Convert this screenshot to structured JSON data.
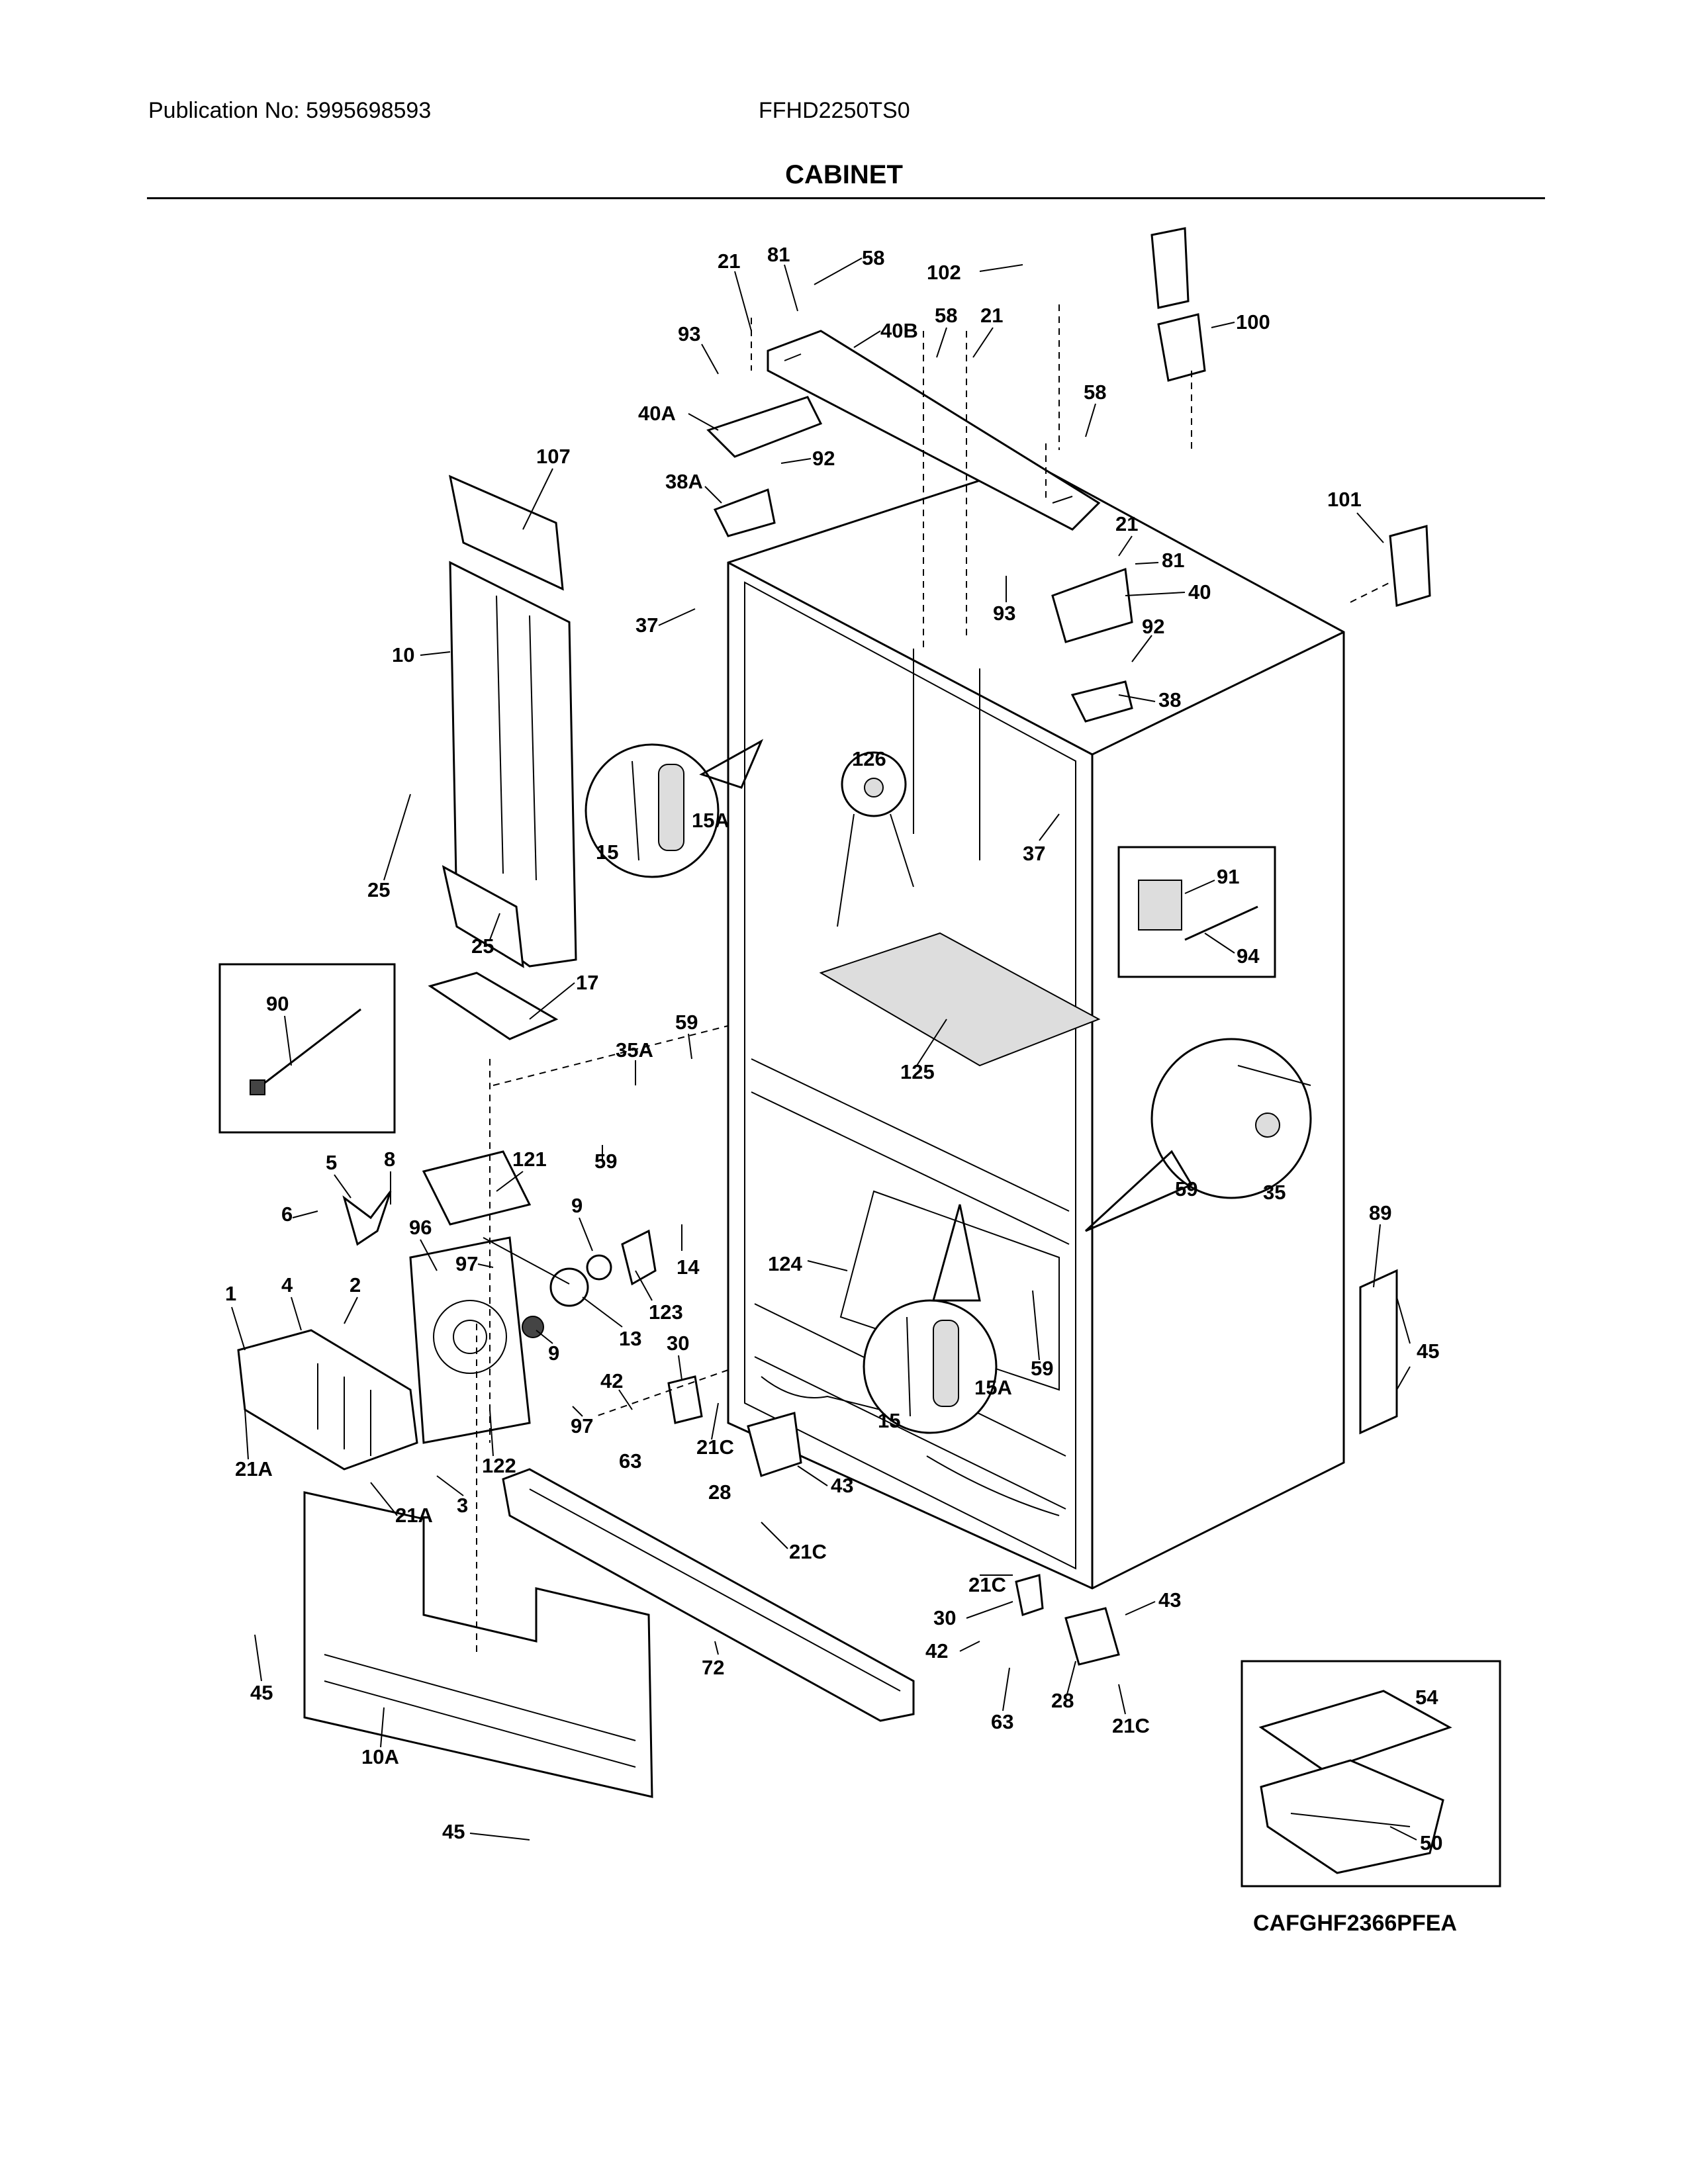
{
  "header": {
    "publication": "Publication No: 5995698593",
    "model": "FFHD2250TS0",
    "section_title": "CABINET"
  },
  "diagram_code": "CAFGHF2366PFEA",
  "callouts": [
    {
      "id": "21a",
      "text": "21"
    },
    {
      "id": "81a",
      "text": "81"
    },
    {
      "id": "58a",
      "text": "58"
    },
    {
      "id": "102",
      "text": "102"
    },
    {
      "id": "93a",
      "text": "93"
    },
    {
      "id": "40B",
      "text": "40B"
    },
    {
      "id": "58b",
      "text": "58"
    },
    {
      "id": "21b",
      "text": "21"
    },
    {
      "id": "100",
      "text": "100"
    },
    {
      "id": "40A",
      "text": "40A"
    },
    {
      "id": "58c",
      "text": "58"
    },
    {
      "id": "92a",
      "text": "92"
    },
    {
      "id": "107",
      "text": "107"
    },
    {
      "id": "38A",
      "text": "38A"
    },
    {
      "id": "101",
      "text": "101"
    },
    {
      "id": "21c",
      "text": "21"
    },
    {
      "id": "81b",
      "text": "81"
    },
    {
      "id": "10",
      "text": "10"
    },
    {
      "id": "37a",
      "text": "37"
    },
    {
      "id": "93b",
      "text": "93"
    },
    {
      "id": "40",
      "text": "40"
    },
    {
      "id": "92b",
      "text": "92"
    },
    {
      "id": "38",
      "text": "38"
    },
    {
      "id": "126",
      "text": "126"
    },
    {
      "id": "15a",
      "text": "15"
    },
    {
      "id": "15A1",
      "text": "15A"
    },
    {
      "id": "37b",
      "text": "37"
    },
    {
      "id": "91",
      "text": "91"
    },
    {
      "id": "25a",
      "text": "25"
    },
    {
      "id": "94",
      "text": "94"
    },
    {
      "id": "25b",
      "text": "25"
    },
    {
      "id": "17",
      "text": "17"
    },
    {
      "id": "90",
      "text": "90"
    },
    {
      "id": "59a",
      "text": "59"
    },
    {
      "id": "35A",
      "text": "35A"
    },
    {
      "id": "125",
      "text": "125"
    },
    {
      "id": "59b",
      "text": "59"
    },
    {
      "id": "5",
      "text": "5"
    },
    {
      "id": "8",
      "text": "8"
    },
    {
      "id": "121",
      "text": "121"
    },
    {
      "id": "59c",
      "text": "59"
    },
    {
      "id": "35",
      "text": "35"
    },
    {
      "id": "6",
      "text": "6"
    },
    {
      "id": "9a",
      "text": "9"
    },
    {
      "id": "96",
      "text": "96"
    },
    {
      "id": "89",
      "text": "89"
    },
    {
      "id": "97a",
      "text": "97"
    },
    {
      "id": "14",
      "text": "14"
    },
    {
      "id": "124",
      "text": "124"
    },
    {
      "id": "1",
      "text": "1"
    },
    {
      "id": "4",
      "text": "4"
    },
    {
      "id": "2",
      "text": "2"
    },
    {
      "id": "123",
      "text": "123"
    },
    {
      "id": "13",
      "text": "13"
    },
    {
      "id": "9b",
      "text": "9"
    },
    {
      "id": "30a",
      "text": "30"
    },
    {
      "id": "45a",
      "text": "45"
    },
    {
      "id": "59d",
      "text": "59"
    },
    {
      "id": "42a",
      "text": "42"
    },
    {
      "id": "97b",
      "text": "97"
    },
    {
      "id": "15b",
      "text": "15"
    },
    {
      "id": "15A2",
      "text": "15A"
    },
    {
      "id": "21Ca",
      "text": "21C"
    },
    {
      "id": "63a",
      "text": "63"
    },
    {
      "id": "122",
      "text": "122"
    },
    {
      "id": "21Aa",
      "text": "21A"
    },
    {
      "id": "28a",
      "text": "28"
    },
    {
      "id": "43a",
      "text": "43"
    },
    {
      "id": "3",
      "text": "3"
    },
    {
      "id": "21Ab",
      "text": "21A"
    },
    {
      "id": "21Cb",
      "text": "21C"
    },
    {
      "id": "21Cc",
      "text": "21C"
    },
    {
      "id": "30b",
      "text": "30"
    },
    {
      "id": "43b",
      "text": "43"
    },
    {
      "id": "42b",
      "text": "42"
    },
    {
      "id": "72",
      "text": "72"
    },
    {
      "id": "45b",
      "text": "45"
    },
    {
      "id": "54",
      "text": "54"
    },
    {
      "id": "28b",
      "text": "28"
    },
    {
      "id": "63b",
      "text": "63"
    },
    {
      "id": "21Cd",
      "text": "21C"
    },
    {
      "id": "10A",
      "text": "10A"
    },
    {
      "id": "50",
      "text": "50"
    },
    {
      "id": "45c",
      "text": "45"
    }
  ]
}
